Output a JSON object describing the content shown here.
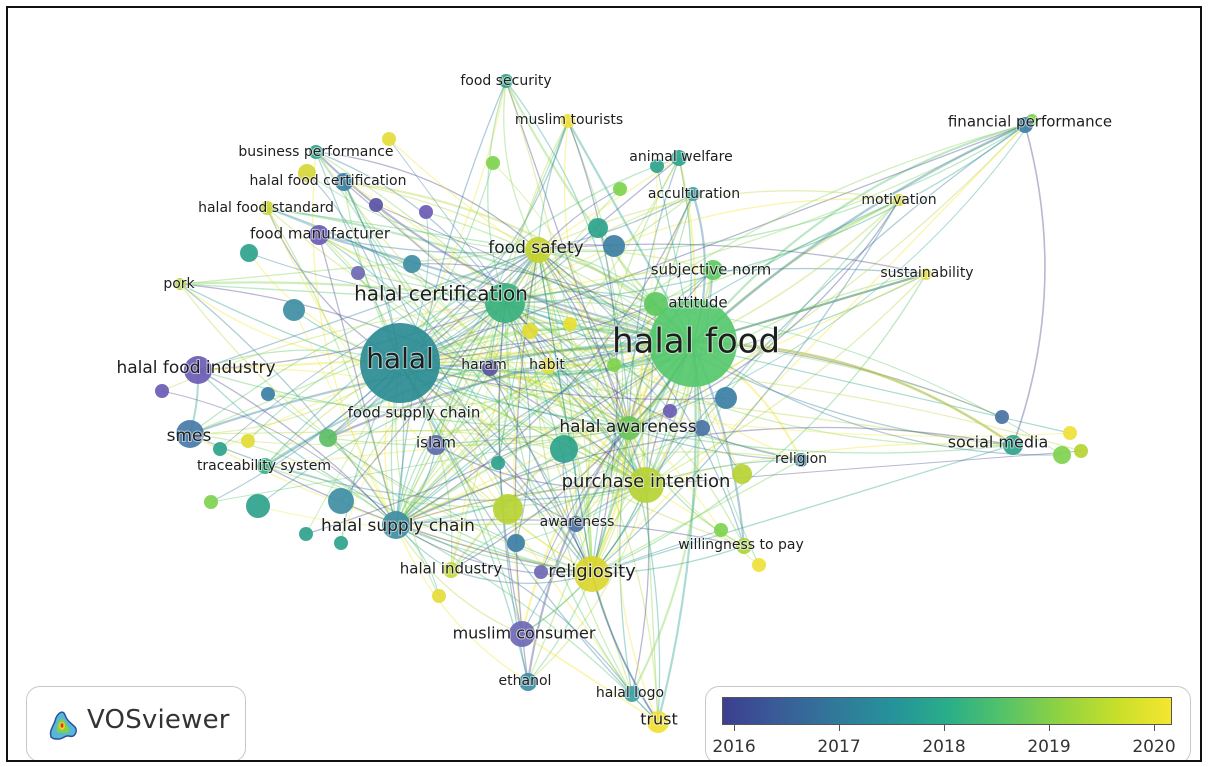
{
  "app": {
    "name": "VOSviewer"
  },
  "legend": {
    "years": [
      "2016",
      "2017",
      "2018",
      "2019",
      "2020"
    ]
  },
  "colors": {
    "2016": "#414487",
    "2017": "#2f7a9a",
    "2018": "#25a18e",
    "2019": "#7fd34e",
    "2020": "#f3e52a"
  },
  "nodes": [
    {
      "id": "halal_food",
      "label": "halal food",
      "color": "#55c86e"
    },
    {
      "id": "halal",
      "label": "halal",
      "color": "#2b8c94"
    },
    {
      "id": "halal_certification",
      "label": "halal certification",
      "color": "#3bb17f"
    },
    {
      "id": "halal_food_industry",
      "label": "halal food industry",
      "color": "#6a5bb4"
    },
    {
      "id": "smes",
      "label": "smes",
      "color": "#457aa8"
    },
    {
      "id": "food_safety",
      "label": "food safety",
      "color": "#c6d42e"
    },
    {
      "id": "purchase_intention",
      "label": "purchase intention",
      "color": "#b6d334"
    },
    {
      "id": "halal_awareness",
      "label": "halal awareness",
      "color": "#6bc65a"
    },
    {
      "id": "halal_supply_chain",
      "label": "halal supply chain",
      "color": "#3f8ea4"
    },
    {
      "id": "religiosity",
      "label": "religiosity",
      "color": "#dbd62e"
    },
    {
      "id": "muslim_consumer",
      "label": "muslim consumer",
      "color": "#6f68b5"
    },
    {
      "id": "social_media",
      "label": "social media",
      "color": "#2ea38c"
    },
    {
      "id": "attitude",
      "label": "attitude",
      "color": "#5cc861"
    },
    {
      "id": "subjective_norm",
      "label": "subjective norm",
      "color": "#5cc861"
    },
    {
      "id": "food_supply_chain",
      "label": "food supply chain",
      "color": "#5cbf65"
    },
    {
      "id": "islam",
      "label": "islam",
      "color": "#5c6ab0"
    },
    {
      "id": "haram",
      "label": "haram",
      "color": "#5a52a4"
    },
    {
      "id": "habit",
      "label": "habit",
      "color": "#e7df33"
    },
    {
      "id": "food_manufacturer",
      "label": "food manufacturer",
      "color": "#6a5bb4"
    },
    {
      "id": "halal_food_standard",
      "label": "halal food standard",
      "color": "#c9d634"
    },
    {
      "id": "halal_food_certification",
      "label": "halal food certification",
      "color": "#3c7fa4"
    },
    {
      "id": "business_performance",
      "label": "business performance",
      "color": "#2ea38c"
    },
    {
      "id": "food_security",
      "label": "food security",
      "color": "#2ea38c"
    },
    {
      "id": "muslim_tourists",
      "label": "muslim tourists",
      "color": "#eee13a"
    },
    {
      "id": "animal_welfare",
      "label": "animal welfare",
      "color": "#2ea38c"
    },
    {
      "id": "acculturation",
      "label": "acculturation",
      "color": "#3f9fa4"
    },
    {
      "id": "financial_performance",
      "label": "financial performance",
      "color": "#3c7fa4"
    },
    {
      "id": "motivation",
      "label": "motivation",
      "color": "#d7d83a"
    },
    {
      "id": "sustainability",
      "label": "sustainability",
      "color": "#e5dc3a"
    },
    {
      "id": "pork",
      "label": "pork",
      "color": "#b9d640"
    },
    {
      "id": "traceability_system",
      "label": "traceability system",
      "color": "#3fb082"
    },
    {
      "id": "religion",
      "label": "religion",
      "color": "#3c7fa4"
    },
    {
      "id": "willingness_to_pay",
      "label": "willingness to pay",
      "color": "#a9d53c"
    },
    {
      "id": "awareness",
      "label": "awareness",
      "color": "#4a72a4"
    },
    {
      "id": "halal_industry",
      "label": "halal industry",
      "color": "#c2d83c"
    },
    {
      "id": "ethanol",
      "label": "ethanol",
      "color": "#3f8ea4"
    },
    {
      "id": "halal_logo",
      "label": "halal logo",
      "color": "#3f9fa4"
    },
    {
      "id": "trust",
      "label": "trust",
      "color": "#f1e030"
    }
  ]
}
